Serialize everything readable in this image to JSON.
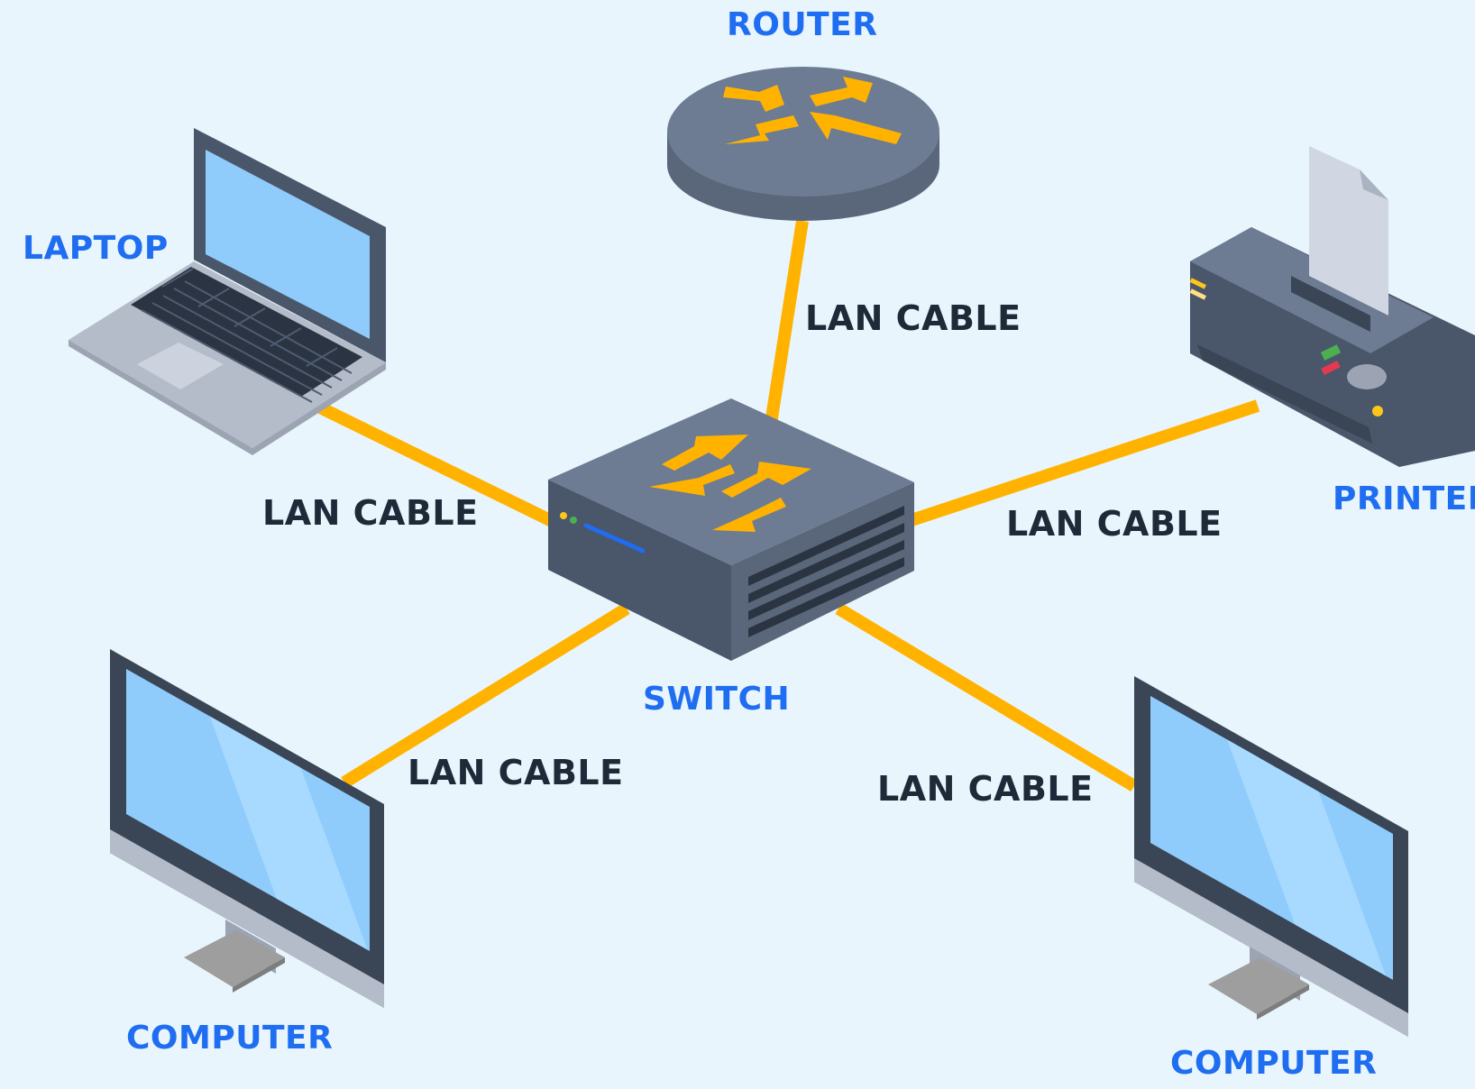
{
  "colors": {
    "background": "#e8f5fc",
    "cable": "#ffb300",
    "device_label": "#1f6df0",
    "cable_label": "#1e2a38",
    "device_body": "#5b6b80",
    "screen": "#8fccfb"
  },
  "devices": {
    "router": {
      "label": "ROUTER",
      "icon": "router-icon"
    },
    "laptop": {
      "label": "LAPTOP",
      "icon": "laptop-icon"
    },
    "printer": {
      "label": "PRINTER",
      "icon": "printer-icon"
    },
    "switch": {
      "label": "SWITCH",
      "icon": "switch-icon"
    },
    "computer_left": {
      "label": "COMPUTER",
      "icon": "monitor-icon"
    },
    "computer_right": {
      "label": "COMPUTER",
      "icon": "monitor-icon"
    }
  },
  "cables": {
    "router": {
      "label": "LAN CABLE"
    },
    "laptop": {
      "label": "LAN CABLE"
    },
    "printer": {
      "label": "LAN CABLE"
    },
    "computer_left": {
      "label": "LAN CABLE"
    },
    "computer_right": {
      "label": "LAN CABLE"
    }
  }
}
